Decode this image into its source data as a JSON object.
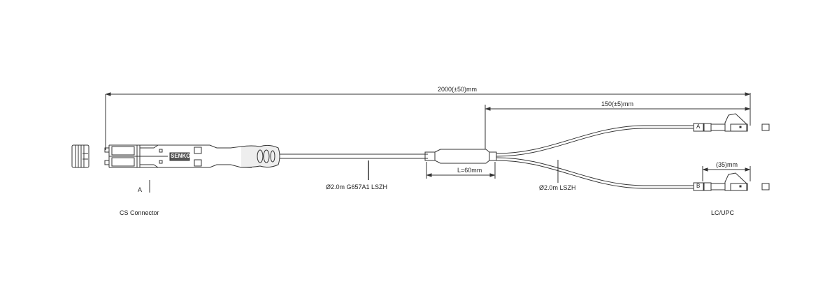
{
  "diagram": {
    "dimensions": {
      "total_length": "2000(±50)mm",
      "breakout_length": "150(±5)mm",
      "splitter_length": "L=60mm",
      "connector_length": "(35)mm"
    },
    "cables": {
      "main_cable": "Ø2.0m G657A1 LSZH",
      "breakout_cable": "Ø2.0m  LSZH"
    },
    "left_end": {
      "label": "CS Connector",
      "section_marker": "A",
      "brand_mark": "SENKO"
    },
    "right_end": {
      "label": "LC/UPC",
      "leg_a_tag": "A",
      "leg_b_tag": "B"
    },
    "colors": {
      "line": "#333333",
      "fill": "#ffffff",
      "dark_fill": "#555555"
    }
  }
}
